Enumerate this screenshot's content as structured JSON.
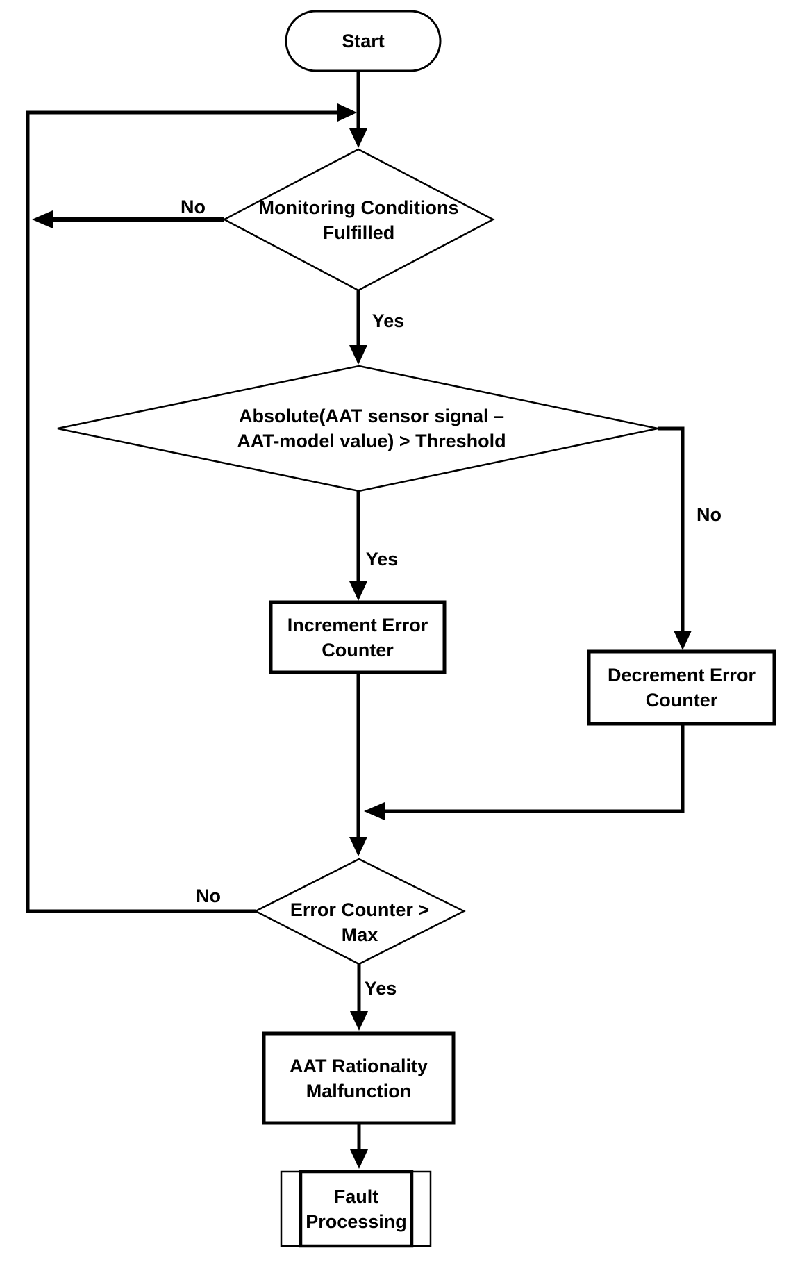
{
  "colors": {
    "background": "#ffffff",
    "line": "#000000",
    "text": "#000000"
  },
  "flowchart": {
    "nodes": {
      "start": {
        "type": "terminator",
        "label": "Start"
      },
      "monitoring_conditions": {
        "type": "decision",
        "lines": [
          "Monitoring Conditions",
          "Fulfilled"
        ]
      },
      "threshold_check": {
        "type": "decision",
        "lines": [
          "Absolute(AAT sensor signal –",
          "AAT-model value) > Threshold"
        ]
      },
      "increment_error_counter": {
        "type": "process",
        "lines": [
          "Increment Error",
          "Counter"
        ]
      },
      "decrement_error_counter": {
        "type": "process",
        "lines": [
          "Decrement Error",
          "Counter"
        ]
      },
      "error_counter_max": {
        "type": "decision",
        "lines": [
          "Error Counter >",
          "Max"
        ]
      },
      "aat_rationality_malfunction": {
        "type": "process",
        "lines": [
          "AAT Rationality",
          "Malfunction"
        ]
      },
      "fault_processing": {
        "type": "predefined-process",
        "lines": [
          "Fault",
          "Processing"
        ]
      }
    },
    "edge_labels": {
      "monitoring_no": "No",
      "monitoring_yes": "Yes",
      "threshold_yes": "Yes",
      "threshold_no": "No",
      "error_counter_no": "No",
      "error_counter_yes": "Yes"
    }
  }
}
